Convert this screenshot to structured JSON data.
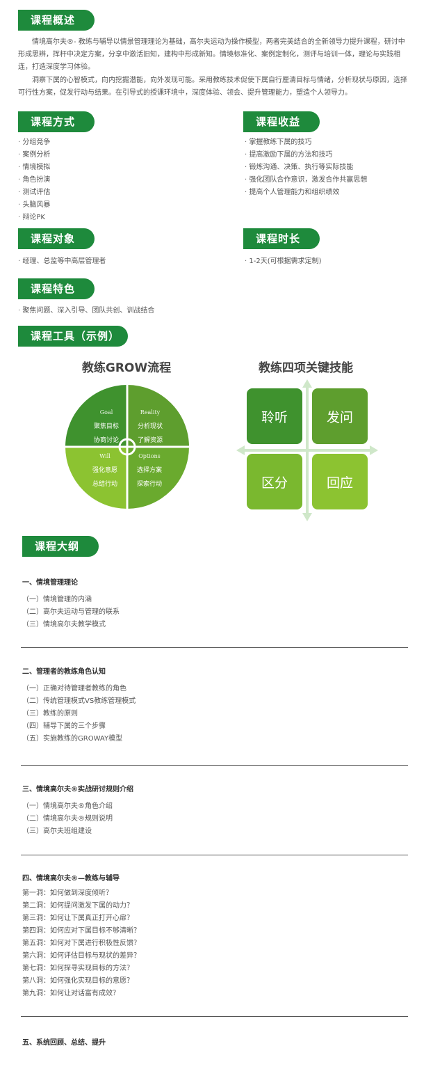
{
  "overview": {
    "title": "课程概述",
    "p1": "情境高尔夫®- 教练与辅导以情景管理理论为基础，高尔夫运动为操作模型，两者完美结合的全新领导力提升课程，研讨中形成思辨，挥杆中决定方案，分享中激活旧知，建构中形成新知。情境标准化、案例定制化，测评与培训一体，理论与实践相连，打造深度学习体验。",
    "p2": "洞察下属的心智模式，向内挖掘潜能，向外发现可能。采用教练技术促使下属自行厘清目标与情绪，分析现状与原因，选择可行性方案，促发行动与结果。在引导式的授课环境中，深度体验、领会、提升管理能力，塑造个人领导力。"
  },
  "methods": {
    "title": "课程方式",
    "items": [
      "分组竞争",
      "案例分析",
      "情境模拟",
      "角色扮演",
      "测试评估",
      "头脑风暴",
      "辩论PK"
    ]
  },
  "benefits": {
    "title": "课程收益",
    "items": [
      "掌握教练下属的技巧",
      "提高激励下属的方法和技巧",
      "锻炼沟通、决策、执行等实际技能",
      "强化团队合作意识，激发合作共赢思想",
      "提高个人管理能力和组织绩效"
    ]
  },
  "audience": {
    "title": "课程对象",
    "items": [
      "经理、总监等中高层管理者"
    ]
  },
  "duration": {
    "title": "课程时长",
    "items": [
      "1-2天(可根据需求定制)"
    ]
  },
  "features": {
    "title": "课程特色",
    "items": [
      "聚焦问题、深入引导、团队共创、训战结合"
    ]
  },
  "tools": {
    "title": "课程工具（示例）",
    "grow": {
      "title": "教练GROW流程",
      "goal": {
        "en": "Goal",
        "l1": "聚焦目标",
        "l2": "协商讨论"
      },
      "reality": {
        "en": "Reality",
        "l1": "分析现状",
        "l2": "了解资源"
      },
      "will": {
        "en": "Will",
        "l1": "强化意愿",
        "l2": "总结行动"
      },
      "options": {
        "en": "Options",
        "l1": "选择方案",
        "l2": "探索行动"
      }
    },
    "skills": {
      "title": "教练四项关键技能",
      "items": [
        "聆听",
        "发问",
        "区分",
        "回应"
      ]
    }
  },
  "outline": {
    "title": "课程大纲",
    "sections": [
      {
        "heading": "一、情境管理理论",
        "items": [
          "（一）情境管理的内涵",
          "（二）高尔夫运动与管理的联系",
          "（三）情境高尔夫教学模式"
        ]
      },
      {
        "heading": "二、管理者的教练角色认知",
        "items": [
          "（一）正确对待管理者教练的角色",
          "（二）传统管理模式VS教练管理模式",
          "（三）教练的原则",
          "（四）辅导下属的三个步骤",
          "（五）实施教练的GROWAY模型"
        ]
      },
      {
        "heading": "三、情境高尔夫®实战研讨规则介绍",
        "items": [
          "（一）情境高尔夫®角色介绍",
          "（二）情境高尔夫®规则说明",
          "（三）高尔夫班组建设"
        ]
      },
      {
        "heading": "四、情境高尔夫®—教练与辅导",
        "items": [
          "第一洞：如何做到深度倾听？",
          "第二洞：如何提问激发下属的动力？",
          "第三洞：如何让下属真正打开心扉？",
          "第四洞：如何应对下属目标不够清晰？",
          "第五洞：如何对下属进行积极性反馈？",
          "第六洞：如何评估目标与现状的差异？",
          "第七洞：如何探寻实现目标的方法？",
          "第八洞：如何强化实现目标的意愿？",
          "第九洞：如何让对话富有成效？"
        ]
      },
      {
        "heading": "五、系统回顾、总结、提升",
        "items": []
      }
    ]
  },
  "colors": {
    "tag": "#1e8a3c",
    "dark": "#3f922e",
    "mid": "#6aaa2e",
    "light": "#8cc331"
  }
}
